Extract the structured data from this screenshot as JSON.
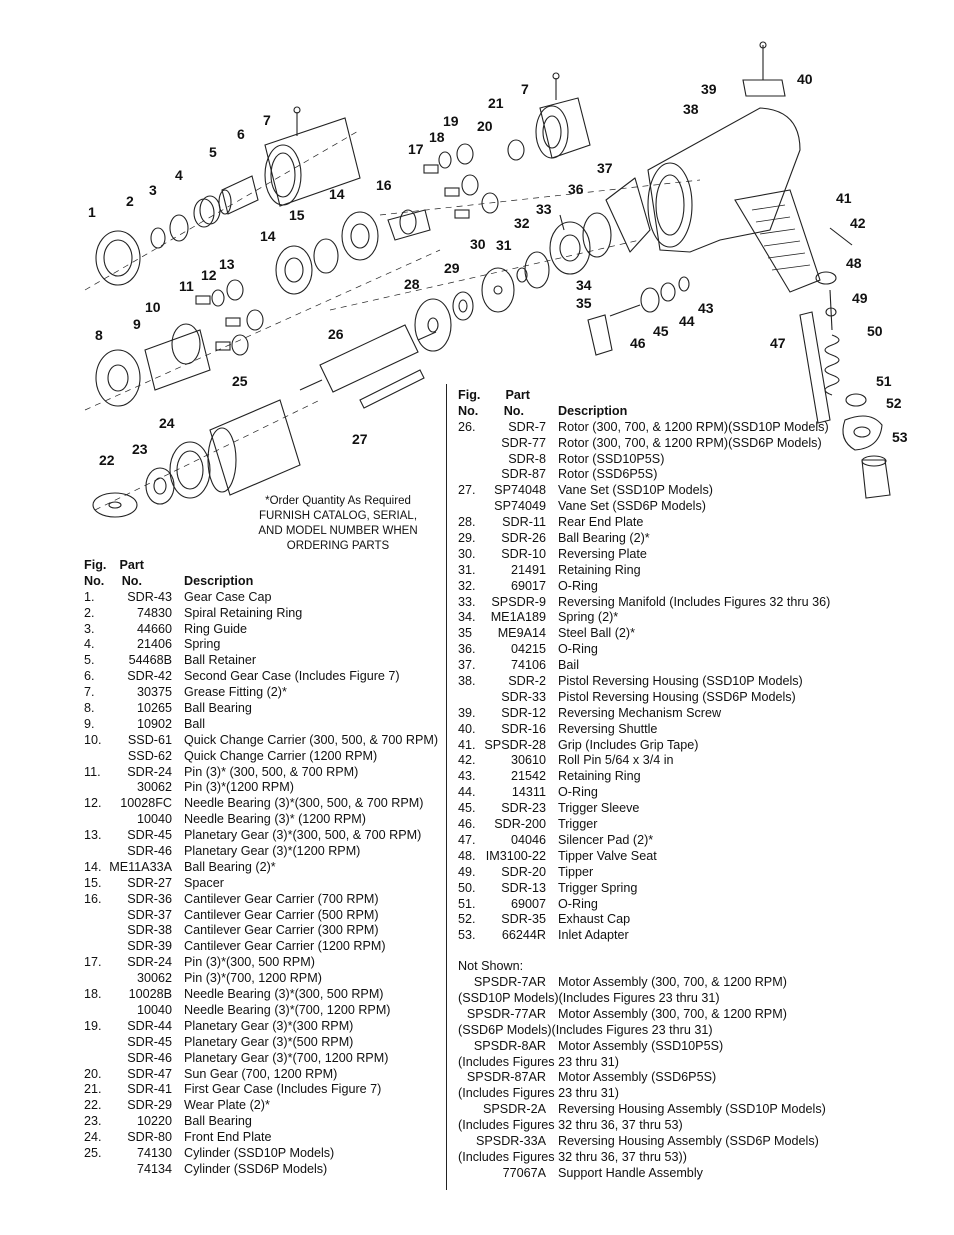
{
  "callouts": [
    "1",
    "2",
    "3",
    "4",
    "5",
    "6",
    "7",
    "8",
    "9",
    "10",
    "11",
    "12",
    "13",
    "14",
    "14",
    "15",
    "16",
    "17",
    "18",
    "19",
    "20",
    "21",
    "7",
    "22",
    "23",
    "24",
    "25",
    "26",
    "27",
    "28",
    "29",
    "30",
    "31",
    "32",
    "33",
    "34",
    "35",
    "36",
    "37",
    "38",
    "39",
    "40",
    "41",
    "42",
    "43",
    "44",
    "45",
    "46",
    "47",
    "48",
    "49",
    "50",
    "51",
    "52",
    "53"
  ],
  "note": [
    "*Order Quantity As Required",
    "FURNISH CATALOG, SERIAL,",
    "AND MODEL NUMBER WHEN",
    "ORDERING PARTS"
  ],
  "headers": {
    "fig_top": "Fig.",
    "fig_bottom": "No.",
    "part_top": "Part",
    "part_bottom": "No.",
    "desc": "Description"
  },
  "left_parts": [
    {
      "fig": "1.",
      "part": "SDR-43",
      "desc": "Gear Case Cap"
    },
    {
      "fig": "2.",
      "part": "74830",
      "desc": "Spiral Retaining Ring"
    },
    {
      "fig": "3.",
      "part": "44660",
      "desc": "Ring Guide"
    },
    {
      "fig": "4.",
      "part": "21406",
      "desc": "Spring"
    },
    {
      "fig": "5.",
      "part": "54468B",
      "desc": "Ball Retainer"
    },
    {
      "fig": "6.",
      "part": "SDR-42",
      "desc": "Second Gear Case (Includes Figure 7)"
    },
    {
      "fig": "7.",
      "part": "30375",
      "desc": "Grease Fitting (2)*"
    },
    {
      "fig": "8.",
      "part": "10265",
      "desc": "Ball Bearing"
    },
    {
      "fig": "9.",
      "part": "10902",
      "desc": "Ball"
    },
    {
      "fig": "10.",
      "part": "SSD-61",
      "desc": "Quick Change Carrier (300, 500, & 700 RPM)"
    },
    {
      "fig": "",
      "part": "SSD-62",
      "desc": "Quick Change Carrier (1200 RPM)"
    },
    {
      "fig": "11.",
      "part": "SDR-24",
      "desc": "Pin (3)* (300, 500, & 700 RPM)"
    },
    {
      "fig": "",
      "part": "30062",
      "desc": "Pin (3)*(1200 RPM)"
    },
    {
      "fig": "12.",
      "part": "10028FC",
      "desc": "Needle Bearing (3)*(300, 500, & 700 RPM)"
    },
    {
      "fig": "",
      "part": "10040",
      "desc": "Needle Bearing (3)* (1200 RPM)"
    },
    {
      "fig": "13.",
      "part": "SDR-45",
      "desc": "Planetary Gear (3)*(300, 500, & 700 RPM)"
    },
    {
      "fig": "",
      "part": "SDR-46",
      "desc": "Planetary Gear (3)*(1200 RPM)"
    },
    {
      "fig": "14.",
      "part": "ME11A33A",
      "desc": "Ball Bearing (2)*"
    },
    {
      "fig": "15.",
      "part": "SDR-27",
      "desc": "Spacer"
    },
    {
      "fig": "16.",
      "part": "SDR-36",
      "desc": "Cantilever Gear Carrier (700 RPM)"
    },
    {
      "fig": "",
      "part": "SDR-37",
      "desc": "Cantilever Gear Carrier (500 RPM)"
    },
    {
      "fig": "",
      "part": "SDR-38",
      "desc": "Cantilever Gear Carrier (300 RPM)"
    },
    {
      "fig": "",
      "part": "SDR-39",
      "desc": "Cantilever Gear Carrier (1200 RPM)"
    },
    {
      "fig": "17.",
      "part": "SDR-24",
      "desc": "Pin (3)*(300, 500 RPM)"
    },
    {
      "fig": "",
      "part": "30062",
      "desc": "Pin (3)*(700, 1200 RPM)"
    },
    {
      "fig": "18.",
      "part": "10028B",
      "desc": "Needle Bearing (3)*(300, 500 RPM)"
    },
    {
      "fig": "",
      "part": "10040",
      "desc": "Needle Bearing (3)*(700, 1200 RPM)"
    },
    {
      "fig": "19.",
      "part": "SDR-44",
      "desc": "Planetary Gear (3)*(300 RPM)"
    },
    {
      "fig": "",
      "part": "SDR-45",
      "desc": "Planetary Gear (3)*(500 RPM)"
    },
    {
      "fig": "",
      "part": "SDR-46",
      "desc": "Planetary Gear (3)*(700, 1200 RPM)"
    },
    {
      "fig": "20.",
      "part": "SDR-47",
      "desc": "Sun Gear (700, 1200 RPM)"
    },
    {
      "fig": "21.",
      "part": "SDR-41",
      "desc": "First Gear Case (Includes Figure 7)"
    },
    {
      "fig": "22.",
      "part": "SDR-29",
      "desc": "Wear Plate (2)*"
    },
    {
      "fig": "23.",
      "part": "10220",
      "desc": "Ball Bearing"
    },
    {
      "fig": "24.",
      "part": "SDR-80",
      "desc": "Front End Plate"
    },
    {
      "fig": "25.",
      "part": "74130",
      "desc": "Cylinder (SSD10P Models)"
    },
    {
      "fig": "",
      "part": "74134",
      "desc": "Cylinder (SSD6P Models)"
    }
  ],
  "right_parts": [
    {
      "fig": "26.",
      "part": "SDR-7",
      "desc": "Rotor (300, 700, & 1200 RPM)(SSD10P Models)"
    },
    {
      "fig": "",
      "part": "SDR-77",
      "desc": "Rotor (300, 700, & 1200 RPM)(SSD6P Models)"
    },
    {
      "fig": "",
      "part": "SDR-8",
      "desc": "Rotor (SSD10P5S)"
    },
    {
      "fig": "",
      "part": "SDR-87",
      "desc": "Rotor (SSD6P5S)"
    },
    {
      "fig": "27.",
      "part": "SP74048",
      "desc": "Vane Set (SSD10P Models)"
    },
    {
      "fig": "",
      "part": "SP74049",
      "desc": "Vane Set (SSD6P Models)"
    },
    {
      "fig": "28.",
      "part": "SDR-11",
      "desc": "Rear End Plate"
    },
    {
      "fig": "29.",
      "part": "SDR-26",
      "desc": "Ball Bearing (2)*"
    },
    {
      "fig": "30.",
      "part": "SDR-10",
      "desc": "Reversing Plate"
    },
    {
      "fig": "31.",
      "part": "21491",
      "desc": "Retaining Ring"
    },
    {
      "fig": "32.",
      "part": "69017",
      "desc": "O-Ring"
    },
    {
      "fig": "33.",
      "part": "SPSDR-9",
      "desc": "Reversing Manifold (Includes Figures 32 thru 36)"
    },
    {
      "fig": "34.",
      "part": "ME1A189",
      "desc": "Spring (2)*"
    },
    {
      "fig": "35",
      "part": "ME9A14",
      "desc": "Steel Ball (2)*"
    },
    {
      "fig": "36.",
      "part": "04215",
      "desc": "O-Ring"
    },
    {
      "fig": "37.",
      "part": "74106",
      "desc": "Bail"
    },
    {
      "fig": "38.",
      "part": "SDR-2",
      "desc": "Pistol Reversing Housing (SSD10P Models)"
    },
    {
      "fig": "",
      "part": "SDR-33",
      "desc": "Pistol Reversing Housing (SSD6P Models)"
    },
    {
      "fig": "39.",
      "part": "SDR-12",
      "desc": "Reversing Mechanism Screw"
    },
    {
      "fig": "40.",
      "part": "SDR-16",
      "desc": "Reversing Shuttle"
    },
    {
      "fig": "41.",
      "part": "SPSDR-28",
      "desc": "Grip (Includes Grip Tape)"
    },
    {
      "fig": "42.",
      "part": "30610",
      "desc": "Roll Pin 5/64 x 3/4 in"
    },
    {
      "fig": "43.",
      "part": "21542",
      "desc": "Retaining Ring"
    },
    {
      "fig": "44.",
      "part": "14311",
      "desc": "O-Ring"
    },
    {
      "fig": "45.",
      "part": "SDR-23",
      "desc": "Trigger Sleeve"
    },
    {
      "fig": "46.",
      "part": "SDR-200",
      "desc": "Trigger"
    },
    {
      "fig": "47.",
      "part": "04046",
      "desc": "Silencer Pad (2)*"
    },
    {
      "fig": "48.",
      "part": "IM3100-22",
      "desc": "Tipper Valve Seat"
    },
    {
      "fig": "49.",
      "part": "SDR-20",
      "desc": "Tipper"
    },
    {
      "fig": "50.",
      "part": "SDR-13",
      "desc": "Trigger Spring"
    },
    {
      "fig": "51.",
      "part": "69007",
      "desc": "O-Ring"
    },
    {
      "fig": "52.",
      "part": "SDR-35",
      "desc": "Exhaust Cap"
    },
    {
      "fig": "53.",
      "part": "66244R",
      "desc": "Inlet Adapter"
    }
  ],
  "not_shown_title": "Not Shown:",
  "not_shown": [
    {
      "part": "SPSDR-7AR",
      "desc": "Motor Assembly (300, 700, & 1200 RPM)",
      "cont": "(SSD10P Models)(Includes Figures 23 thru 31)"
    },
    {
      "part": "SPSDR-77AR",
      "desc": "Motor Assembly (300, 700, & 1200 RPM)",
      "cont": "(SSD6P Models)(Includes Figures 23 thru 31)"
    },
    {
      "part": "SPSDR-8AR",
      "desc": "Motor Assembly (SSD10P5S)",
      "cont": "(Includes Figures 23 thru 31)"
    },
    {
      "part": "SPSDR-87AR",
      "desc": "Motor Assembly (SSD6P5S)",
      "cont": "(Includes Figures 23 thru 31)"
    },
    {
      "part": "SPSDR-2A",
      "desc": "Reversing Housing Assembly (SSD10P Models)",
      "cont": "(Includes Figures 32 thru 36, 37 thru 53)"
    },
    {
      "part": "SPSDR-33A",
      "desc": "Reversing Housing Assembly (SSD6P Models)",
      "cont": "(Includes Figures 32 thru 36, 37 thru 53))"
    },
    {
      "part": "77067A",
      "desc": "Support Handle Assembly",
      "cont": ""
    }
  ]
}
